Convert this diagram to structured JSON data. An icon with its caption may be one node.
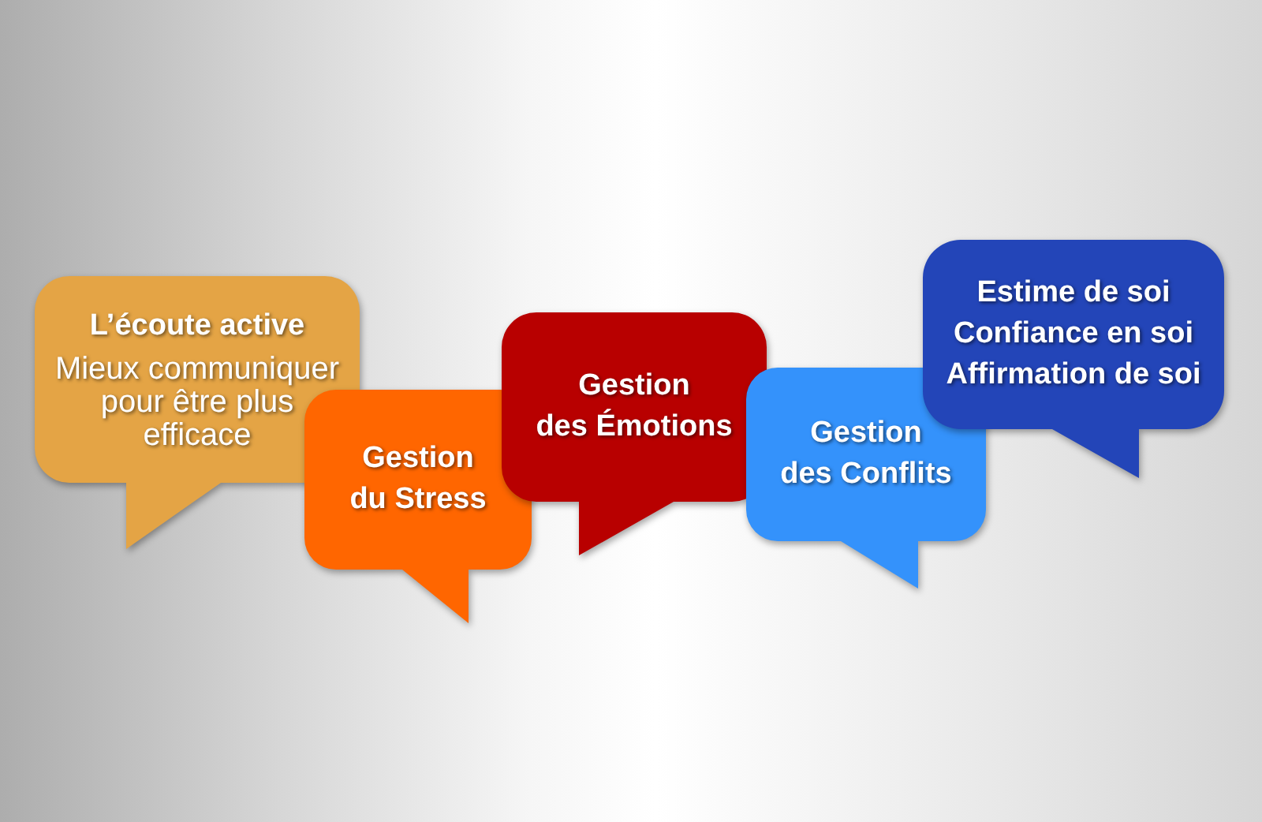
{
  "diagram": {
    "nodes": [
      {
        "text": [
          "L’écoute active",
          "Mieux communiquer pour être plus efficace"
        ]
      },
      {
        "text": [
          "Gestion du Stress"
        ]
      },
      {
        "text": [
          "Gestion des Émotions"
        ]
      },
      {
        "text": [
          "Gestion des Conflits"
        ]
      },
      {
        "text": [
          "Estime de soi",
          "Confiance en soi",
          "Affirmation de soi"
        ]
      }
    ]
  }
}
